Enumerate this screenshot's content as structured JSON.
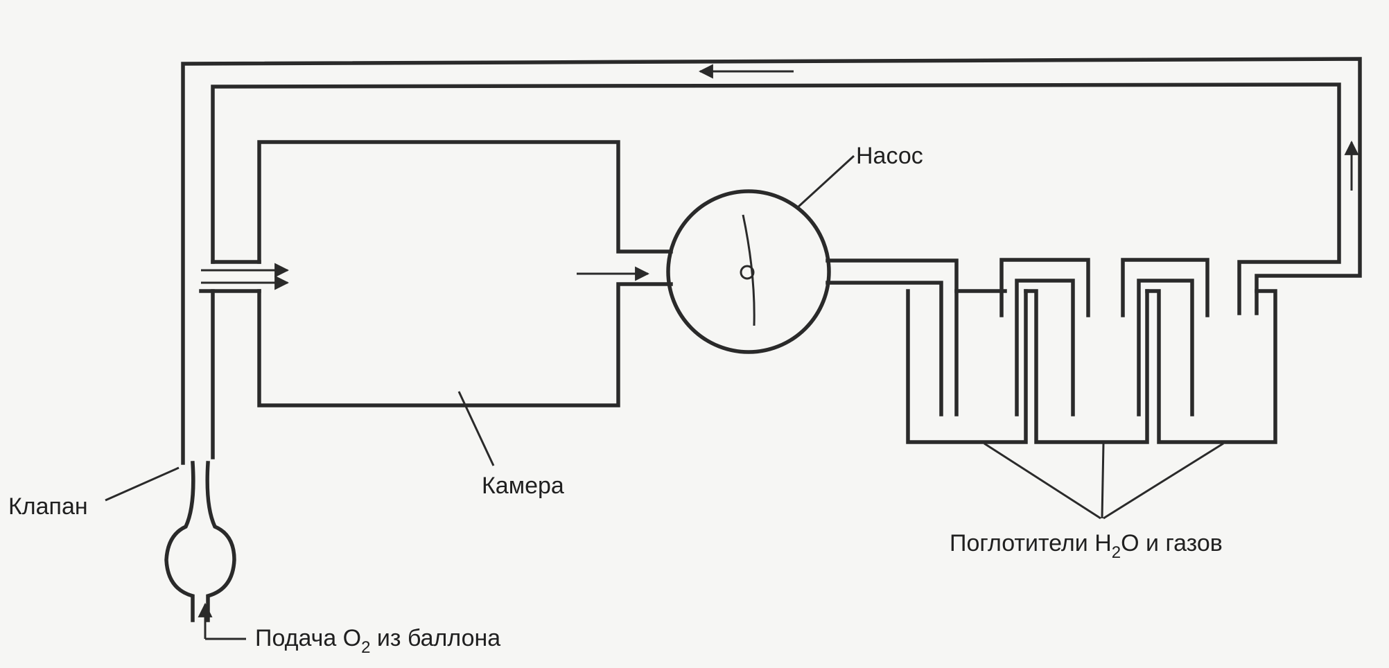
{
  "labels": {
    "pump": "Насос",
    "chamber": "Камера",
    "valve": "Клапан",
    "absorbers_prefix": "Поглотители H",
    "absorbers_sub": "2",
    "absorbers_suffix": "O и газов",
    "supply_prefix": "Подача O",
    "supply_sub": "2",
    "supply_suffix": " из баллона"
  },
  "colors": {
    "line": "#2a2a2a",
    "background": "#f6f6f4",
    "text": "#202020"
  }
}
